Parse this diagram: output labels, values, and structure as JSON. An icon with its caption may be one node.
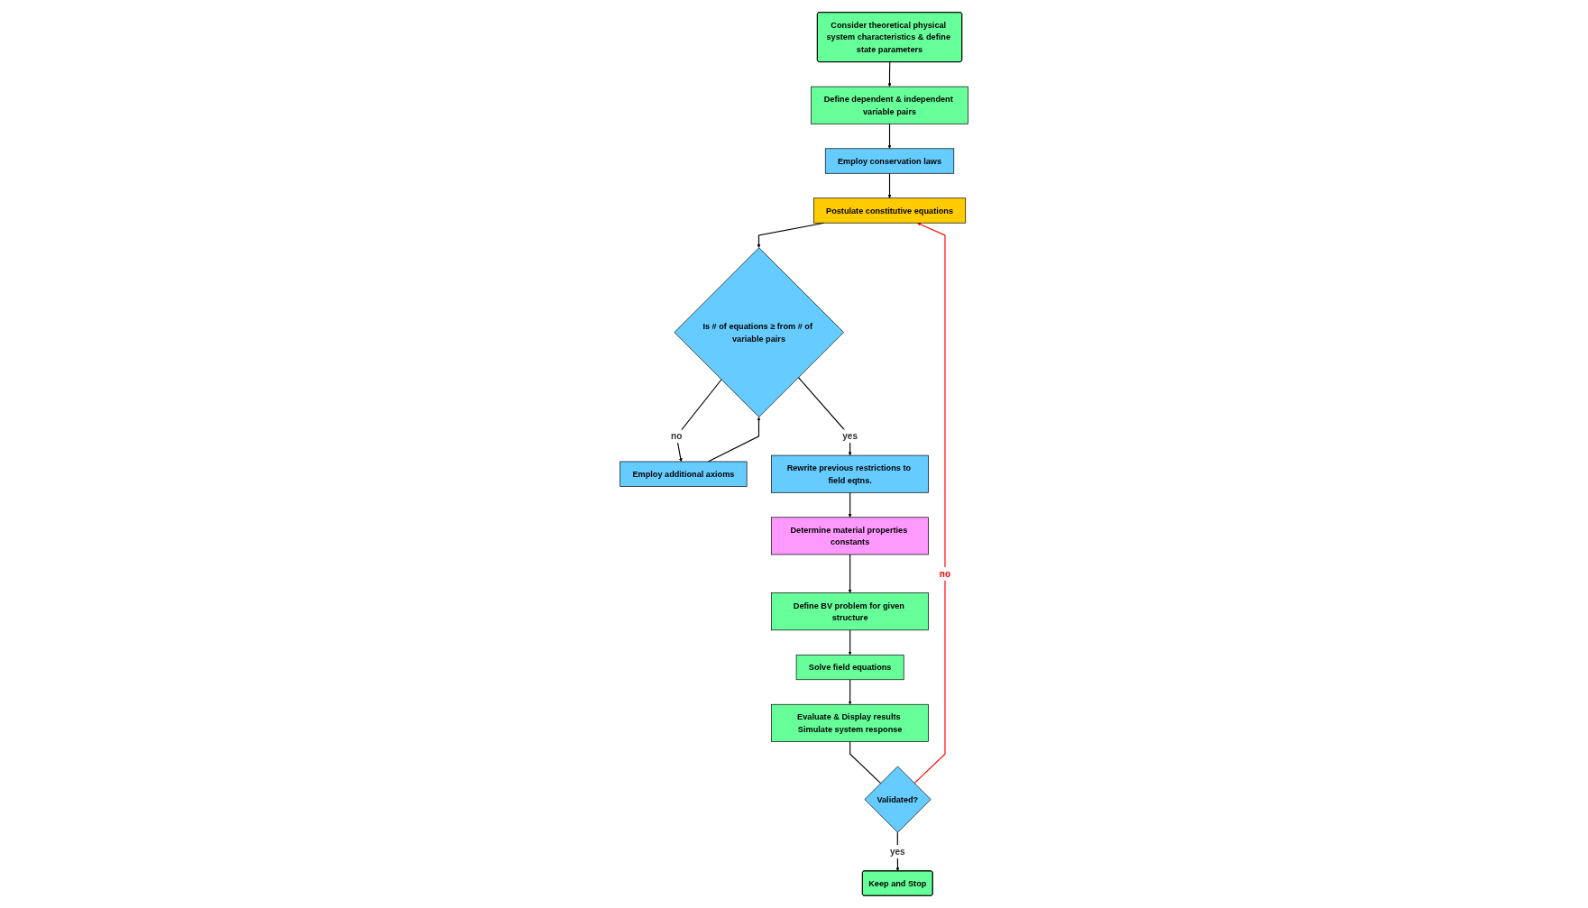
{
  "diagram": {
    "nodes": [
      {
        "text": [
          "Consider theoretical physical system characteristics & define state parameters"
        ]
      },
      {
        "text": [
          "Define dependent & independent variable pairs"
        ]
      },
      {
        "text": [
          "Employ conservation laws"
        ]
      },
      {
        "text": [
          "Postulate constitutive equations"
        ]
      },
      {
        "text": [
          "Employ additional axioms"
        ]
      },
      {
        "text": [
          "Is # of equations ≥ from # of variable pairs"
        ]
      },
      {
        "text": [
          "Rewrite previous restrictions to field eqtns."
        ]
      },
      {
        "text": [
          "Determine material properties constants"
        ]
      },
      {
        "text": [
          "Keep and Stop"
        ]
      },
      {
        "text": [
          "Validated?"
        ]
      },
      {
        "text": [
          "Evaluate & Display results Simulate system response"
        ]
      },
      {
        "text": [
          "Solve field equations"
        ]
      },
      {
        "text": [
          "Define BV problem for given structure"
        ]
      }
    ],
    "edges": [
      {
        "from": 0,
        "to": 1,
        "arrow": "to"
      },
      {
        "from": 1,
        "to": 2,
        "arrow": "to"
      },
      {
        "from": 2,
        "to": 3,
        "arrow": "to"
      },
      {
        "from": 3,
        "to": 5,
        "arrow": "to"
      },
      {
        "from": 5,
        "to": 4,
        "label": "no",
        "arrow": "to"
      },
      {
        "from": 4,
        "to": 5,
        "arrow": "to"
      },
      {
        "from": 5,
        "to": 6,
        "label": "yes",
        "arrow": "to"
      },
      {
        "from": 6,
        "to": 7,
        "arrow": "to"
      },
      {
        "from": 7,
        "to": 12,
        "arrow": "to"
      },
      {
        "from": 12,
        "to": 11,
        "arrow": "to"
      },
      {
        "from": 11,
        "to": 10,
        "arrow": "to"
      },
      {
        "from": 10,
        "to": 9,
        "arrow": "none"
      },
      {
        "from": 9,
        "to": 8,
        "label": "yes",
        "arrow": "to"
      },
      {
        "from": 9,
        "to": 3,
        "label": "no",
        "arrow": "to",
        "color": "#ff0000"
      }
    ]
  }
}
